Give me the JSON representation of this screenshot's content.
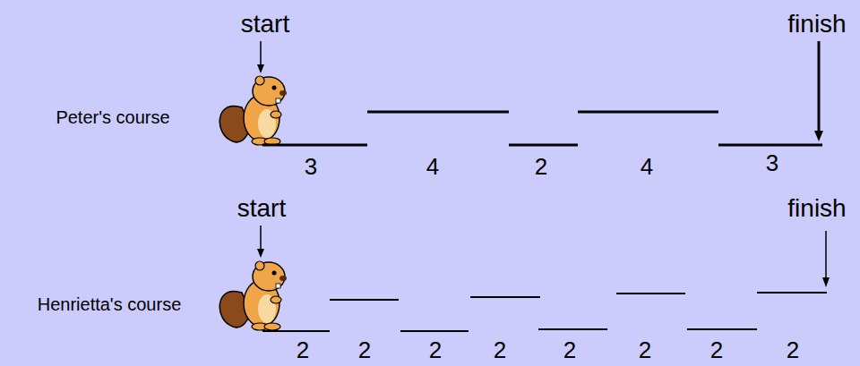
{
  "diagram": {
    "labels": [
      "start",
      "finish",
      "Peter's course",
      "3",
      "4",
      "2",
      "4",
      "3",
      "start",
      "finish",
      "Henrietta's course",
      "2",
      "2",
      "2",
      "2",
      "2",
      "2",
      "2",
      "2"
    ]
  }
}
